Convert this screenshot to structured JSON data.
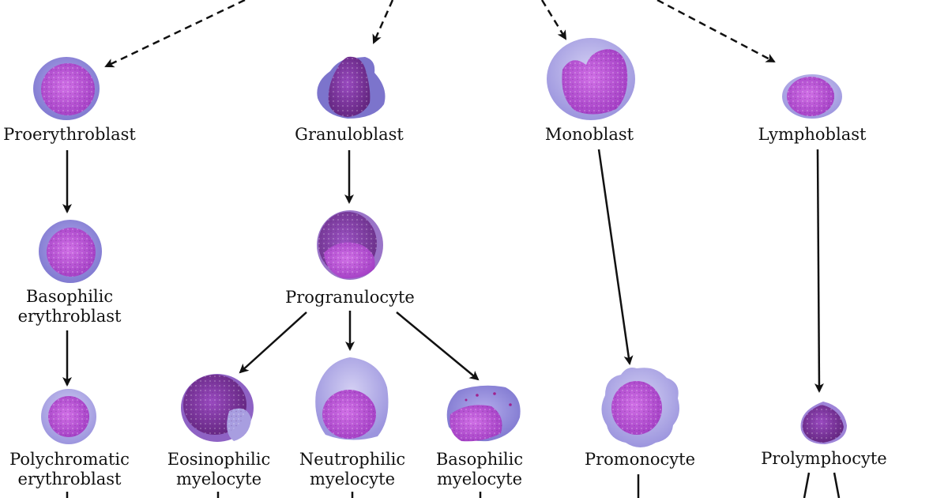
{
  "nodes": {
    "proerythroblast": {
      "label": "Proerythroblast"
    },
    "basophilic_erythroblast": {
      "line1": "Basophilic",
      "line2": "erythroblast"
    },
    "polychromatic_erythroblast": {
      "line1": "Polychromatic",
      "line2": "erythroblast"
    },
    "granuloblast": {
      "label": "Granuloblast"
    },
    "progranulocyte": {
      "label": "Progranulocyte"
    },
    "eosinophilic_myelocyte": {
      "line1": "Eosinophilic",
      "line2": "myelocyte"
    },
    "neutrophilic_myelocyte": {
      "line1": "Neutrophilic",
      "line2": "myelocyte"
    },
    "basophilic_myelocyte": {
      "line1": "Basophilic",
      "line2": "myelocyte"
    },
    "monoblast": {
      "label": "Monoblast"
    },
    "promonocyte": {
      "label": "Promonocyte"
    },
    "lymphoblast": {
      "label": "Lymphoblast"
    },
    "prolymphocyte": {
      "label": "Prolymphocyte"
    }
  },
  "colors": {
    "cytoplasm": "#8f86d6",
    "cytoplasm_dark": "#6f69c8",
    "nucleus": "#b24bd0",
    "nucleus_dark": "#7a2e9a",
    "arrow": "#111111"
  }
}
